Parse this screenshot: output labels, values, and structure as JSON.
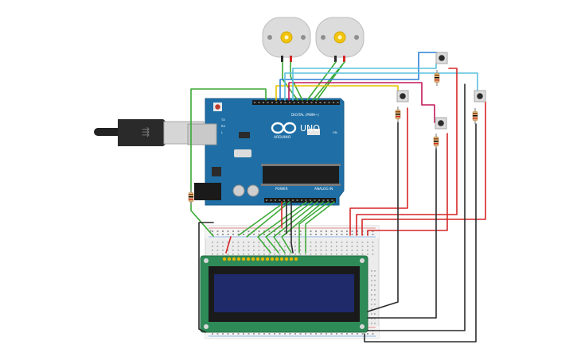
{
  "board": {
    "brand": "ARDUINO",
    "model": "UNO",
    "digital_header": "DIGITAL (PWM~)",
    "power_header": "POWER",
    "analog_header": "ANALOG IN",
    "tx_label": "TX",
    "rx_label": "RX",
    "on_label": "ON",
    "l_label": "L"
  },
  "breadboard": {
    "plus_label": "+",
    "minus_label": "-"
  },
  "components": {
    "motors": 2,
    "pushbuttons": 4,
    "resistors": 5,
    "lcd": "16x2"
  },
  "colors": {
    "board_blue": "#1f6fa6",
    "lcd_green": "#2e8b57",
    "lcd_screen": "#1f2a6b",
    "wire_green": "#3aa935",
    "wire_red": "#d62728",
    "wire_black": "#2b2b2b",
    "wire_blue": "#2b7fd6",
    "wire_cyan": "#5bc0de",
    "wire_magenta": "#c2185b",
    "wire_yellow": "#e6c200"
  }
}
